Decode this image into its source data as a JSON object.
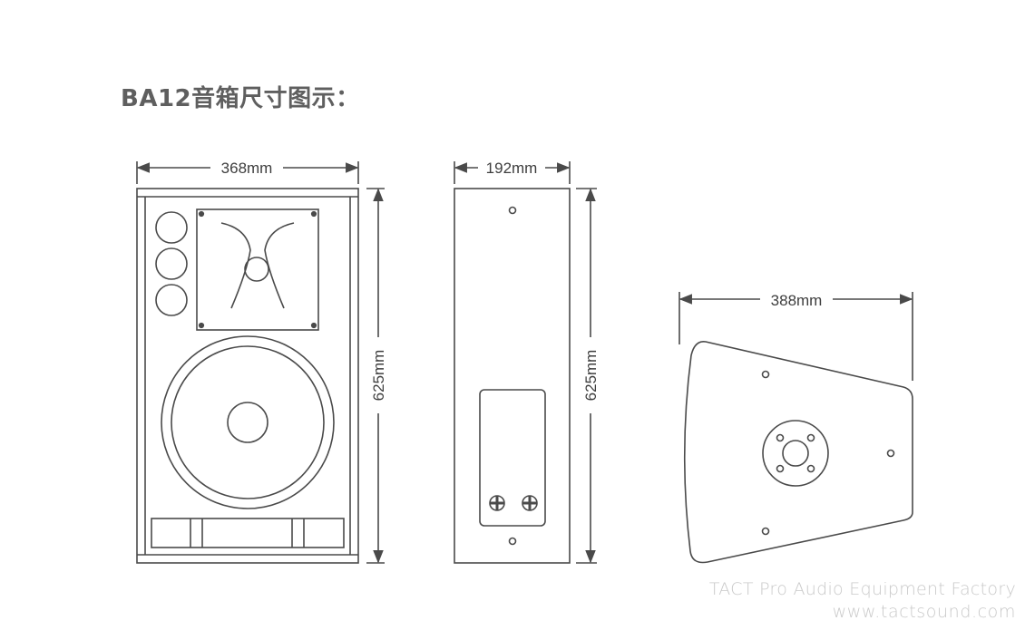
{
  "title": "BA12音箱尺寸图示：",
  "front_view": {
    "width_label": "368mm",
    "height_label": "625mm"
  },
  "side_view": {
    "width_label": "192mm",
    "height_label": "625mm"
  },
  "top_view": {
    "width_label": "388mm"
  },
  "footer": {
    "company": "TACT Pro Audio Equipment Factory",
    "url": "www.tactsound.com"
  },
  "colors": {
    "line": "#4a4a4a",
    "text": "#3e3e3e",
    "title": "#5f5f5f",
    "watermark": "#c9c9c9"
  }
}
